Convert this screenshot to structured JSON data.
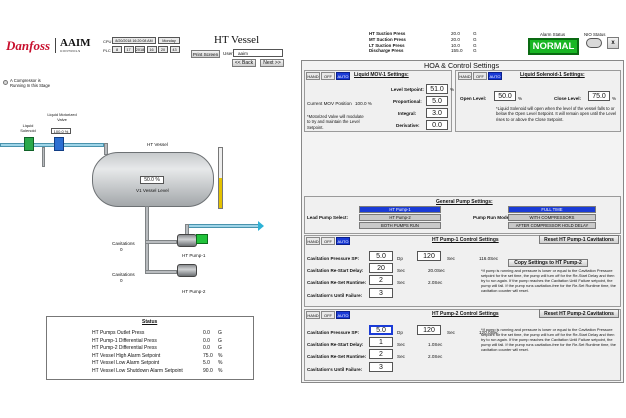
{
  "header": {
    "brand": "Danfoss",
    "brand2": "AAIM",
    "brand2_sub": "CONTROLS",
    "cpu_label": "CPU",
    "cpu_value": "8/20/2018 16:20:08 AM",
    "day": "Monday",
    "plc_label": "PLC",
    "plc_fields": [
      "8",
      "17",
      "2018",
      "16",
      "20",
      "43"
    ],
    "title": "HT Vessel",
    "print_screen": "Print Screen",
    "user_label": "User:",
    "user_value": "aaim",
    "back": "<< Back",
    "next": "Next >>"
  },
  "pressures": [
    {
      "label": "HT Suction Press",
      "value": "20.0",
      "unit": "G"
    },
    {
      "label": "MT Suction Press",
      "value": "20.0",
      "unit": "G"
    },
    {
      "label": "LT Suction Press",
      "value": "10.0",
      "unit": "G"
    },
    {
      "label": "Discharge Press",
      "value": "155.0",
      "unit": "G"
    }
  ],
  "alarm": {
    "label": "Alarm Status",
    "value": "NORMAL",
    "color": "#19b624"
  },
  "nio": {
    "label": "NIO Status"
  },
  "close": "x",
  "diagram": {
    "compressor_note": "A Compressor is Running In this Stage",
    "liquid_solenoid": "Liquid Solenoid",
    "liquid_motorized": "Liquid Motorized Valve",
    "valve_value": "100.0 %",
    "vessel_title": "HT Vessel",
    "level_value": "50.0 %",
    "level_label": "V1 Vessel Level",
    "cav1_label": "Cavitations",
    "cav1_value": "0",
    "cav2_label": "Cavitations",
    "cav2_value": "0",
    "pump1": "HT Pump-1",
    "pump2": "HT Pump-2"
  },
  "status": {
    "title": "Status",
    "rows": [
      {
        "label": "HT Pumps Outlet Press",
        "value": "0.0",
        "unit": "G"
      },
      {
        "label": "HT Pump-1 Differential Press",
        "value": "0.0",
        "unit": "G"
      },
      {
        "label": "HT Pump-2 Differential Press",
        "value": "0.0",
        "unit": "G"
      },
      {
        "label": "HT Vessel High Alarm Setpoint",
        "value": "75.0",
        "unit": "%"
      },
      {
        "label": "HT Vessel Low Alarm Setpoint",
        "value": "5.0",
        "unit": "%"
      },
      {
        "label": "HT Vessel Low Shutdown Alarm Setpoint",
        "value": "90.0",
        "unit": "%"
      }
    ]
  },
  "hoa": {
    "title": "HOA & Control Settings",
    "mov": {
      "modes": [
        "HAND",
        "OFF",
        "AUTO"
      ],
      "title": "Liquid MOV-1 Settings:",
      "position_label": "Current MOV Position",
      "position_value": "100.0 %",
      "note": "*Motorized Valve will modulate to try and maintain the Level Setpoint.",
      "setpoint_label": "Level Setpoint:",
      "setpoint_value": "51.0",
      "setpoint_unit": "%",
      "prop_label": "Proportional:",
      "prop_value": "5.0",
      "integral_label": "Integral:",
      "integral_value": "3.0",
      "deriv_label": "Derivative:",
      "deriv_value": "0.0"
    },
    "sol": {
      "modes": [
        "HAND",
        "OFF",
        "AUTO"
      ],
      "title": "Liquid Solenoid-1 Settings:",
      "open_label": "Open Level:",
      "open_value": "50.0",
      "open_unit": "%",
      "close_label": "Close Level:",
      "close_value": "75.0",
      "close_unit": "%",
      "note": "*Liquid Solenoid will open when the level of the vessel falls to or below the Open Level Setpoint. It will remain open until the Level rises to or above the Close Setpoint."
    },
    "pump": {
      "title": "General Pump Settings:",
      "lead_label": "Lead Pump Select:",
      "lead_options": [
        "HT Pump-1",
        "HT Pump-2",
        "BOTH PUMPS RUN"
      ],
      "run_label": "Pump Run Mode:",
      "run_options": [
        "FULL TIME",
        "WITH COMPRESSORS",
        "AFTER COMPRESSOR HOLD DELAY"
      ]
    },
    "p1": {
      "modes": [
        "HAND",
        "OFF",
        "AUTO"
      ],
      "title": "HT Pump-1 Control Settings",
      "reset": "Reset HT Pump-1 Cavitations",
      "cav_sp_label": "Cavitation Pressure SP:",
      "cav_sp_value": "5.0",
      "cav_sp_unit": "Dp",
      "cav_sec_value": "120",
      "cav_sec_unit": "Sec",
      "cav_sec_readout": "116.0Sec",
      "restart_label": "Cavitation Re-Start Delay:",
      "restart_value": "20",
      "restart_unit": "Sec",
      "restart_readout": "20.0Sec",
      "rerun_label": "Cavitation Re-Set Runtime:",
      "rerun_value": "2",
      "rerun_unit": "Sec",
      "rerun_readout": "2.0Sec",
      "fail_label": "Cavitation's Until Failure:",
      "fail_value": "3",
      "copy": "Copy Settings to HT Pump-2",
      "note": "*If pump is running and pressure is lower or equal to the Cavitation Pressure setpoint for the set time, the pump will turn off for the Re-Start Delay and then try to run again. If the pump reaches the Cavitation Until Failure setpoint, the pump will fail. If the pump runs cavitation-free for the Re-Set Runtime time, the cavitation counter will reset."
    },
    "p2": {
      "modes": [
        "HAND",
        "OFF",
        "AUTO"
      ],
      "title": "HT Pump-2 Control Settings",
      "reset": "Reset HT Pump-2 Cavitations",
      "cav_sp_label": "Cavitation Pressure SP:",
      "cav_sp_value": "5.0",
      "cav_sp_unit": "Dp",
      "cav_sec_value": "120",
      "cav_sec_unit": "Sec",
      "cav_sec_readout": "120.0Sec",
      "restart_label": "Cavitation Re-Start Delay:",
      "restart_value": "1",
      "restart_unit": "Sec",
      "restart_readout": "1.0Sec",
      "rerun_label": "Cavitation Re-Set Runtime:",
      "rerun_value": "2",
      "rerun_unit": "Sec",
      "rerun_readout": "2.0Sec",
      "fail_label": "Cavitation's Until Failure:",
      "fail_value": "3",
      "note": "*If pump is running and pressure is lower or equal to the Cavitation Pressure setpoint for the set time, the pump will turn off for the Re-Start Delay and then try to run again. If the pump reaches the Cavitation Until Failure setpoint, the pump will fail. If the pump runs cavitation-free for the Re-Set Runtime time, the cavitation counter will reset."
    }
  }
}
